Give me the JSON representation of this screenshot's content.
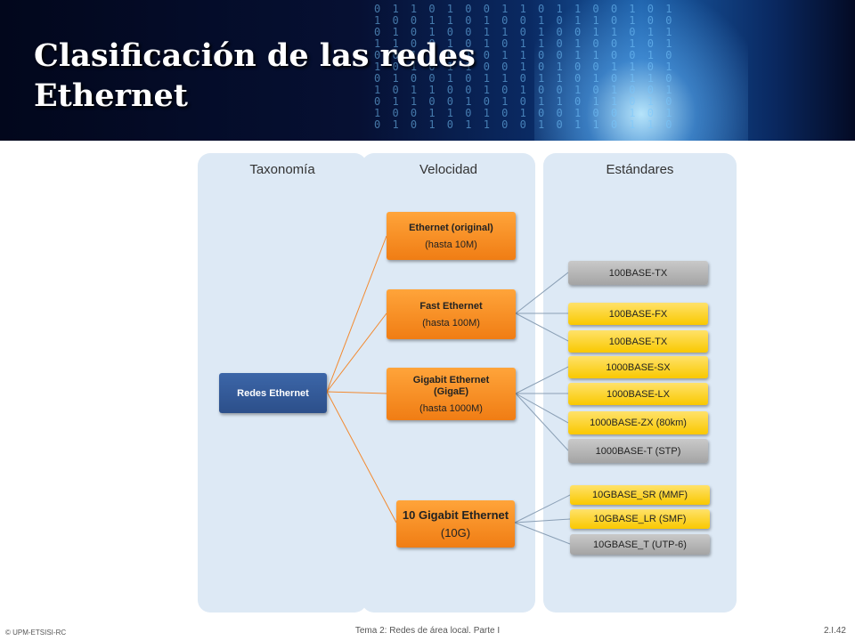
{
  "slide": {
    "title_line1": "Clasificación de las redes",
    "title_line2": "Ethernet"
  },
  "columns": {
    "taxonomia": "Taxonomía",
    "velocidad": "Velocidad",
    "estandares": "Estándares"
  },
  "tree": {
    "root": "Redes Ethernet",
    "speeds": [
      {
        "name": "Ethernet (original)",
        "speed": "(hasta 10M)"
      },
      {
        "name": "Fast Ethernet",
        "speed": "(hasta 100M)"
      },
      {
        "name": "Gigabit Ethernet (GigaE)",
        "speed": "(hasta 1000M)"
      },
      {
        "name": "10 Gigabit Ethernet",
        "speed": "(10G)"
      }
    ],
    "standards": [
      {
        "label": "100BASE-TX",
        "style": "gray"
      },
      {
        "label": "100BASE-FX",
        "style": "yellow"
      },
      {
        "label": "100BASE-TX",
        "style": "yellow"
      },
      {
        "label": "1000BASE-SX",
        "style": "yellow"
      },
      {
        "label": "1000BASE-LX",
        "style": "yellow"
      },
      {
        "label": "1000BASE-ZX (80km)",
        "style": "yellow"
      },
      {
        "label": "1000BASE-T (STP)",
        "style": "gray"
      },
      {
        "label": "10GBASE_SR (MMF)",
        "style": "yellow"
      },
      {
        "label": "10GBASE_LR (SMF)",
        "style": "yellow"
      },
      {
        "label": "10GBASE_T (UTP-6)",
        "style": "gray"
      }
    ]
  },
  "colors": {
    "root": "#2f5597",
    "speed": "#f58c1e",
    "standard_yellow": "#ffd21f",
    "standard_gray": "#b2b2b2",
    "root_connector": "#f28a30",
    "standard_connector": "#8a9fb5"
  },
  "footer": {
    "copyright": "© UPM-ETSISI-RC",
    "course": "Tema 2: Redes de área local. Parte I",
    "page": "2.I.42"
  }
}
